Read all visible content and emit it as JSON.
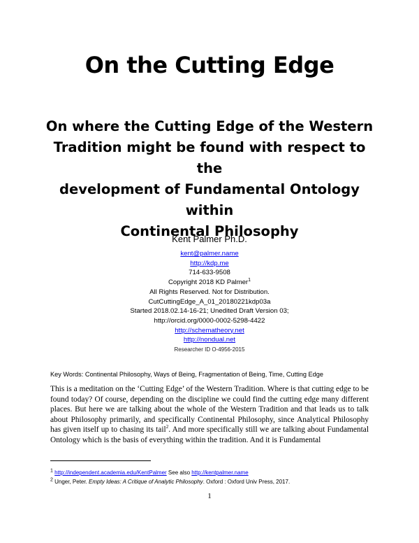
{
  "title": "On the Cutting Edge",
  "subtitle_lines": [
    "On where the Cutting Edge of the Western",
    "Tradition might be found with respect to the",
    "development of Fundamental Ontology within",
    "Continental Philosophy"
  ],
  "author": "Kent Palmer Ph.D.",
  "contact": {
    "email": "kent@palmer.name",
    "website": "http://kdp.me",
    "phone": "714-633-9508",
    "copyright": "Copyright 2018 KD Palmer",
    "copyright_sup": "1",
    "rights": "All Rights Reserved. Not for Distribution.",
    "file_id": "CutCuttingEdge_A_01_20180221kdp03a",
    "started": "Started 2018.02.14-16-21; Unedited Draft Version 03;",
    "orcid": "http://orcid.org/0000-0002-5298-4422",
    "schematheory": "http://schematheory.net",
    "nondual": "http://nondual.net",
    "researcher_id": "Researcher ID O-4956-2015"
  },
  "keywords": "Key Words:  Continental Philosophy, Ways of Being, Fragmentation of Being, Time, Cutting Edge",
  "body": {
    "part1": "This is a meditation on the ‘Cutting Edge’ of the Western Tradition. Where is that cutting edge to be found today? Of course, depending on the discipline we could find the cutting edge many different places. But here we are talking about the whole of the Western Tradition and that leads us to talk about Philosophy primarily, and specifically Continental Philosophy, since Analytical Philosophy has given itself up to chasing its tail",
    "sup": "2",
    "part2": ". And more specifically still we are talking about Fundamental Ontology which is the basis of everything within the tradition. And it is Fundamental"
  },
  "footnotes": {
    "fn1_num": "1",
    "fn1_link": "http://independent.academia.edu/KentPalmer",
    "fn1_see": " See also ",
    "fn1_link2": "http://kentpalmer.name",
    "fn2_num": "2",
    "fn2_pre": " Unger, Peter. ",
    "fn2_title": "Empty Ideas: A Critique of Analytic Philosophy",
    "fn2_post": ". Oxford : Oxford Univ Press, 2017."
  },
  "page_number": "1"
}
